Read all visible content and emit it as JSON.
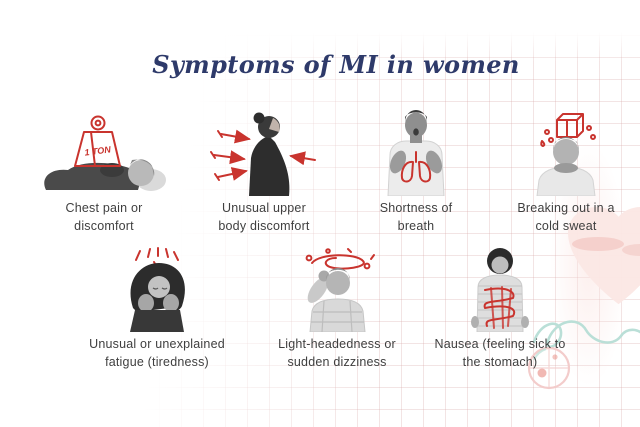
{
  "title": "Symptoms of MI in women",
  "items": [
    {
      "id": "chest-pain",
      "line1": "Chest pain or",
      "line2": "discomfort",
      "icon": "person-lying-with-ton-weight-doodle",
      "doodle_label": "1 TON"
    },
    {
      "id": "upper-body",
      "line1": "Unusual upper",
      "line2": "body discomfort",
      "icon": "woman-profile-with-arrows-doodle"
    },
    {
      "id": "breath",
      "line1": "Shortness of",
      "line2": "breath",
      "icon": "person-hands-on-chest-lungs-doodle"
    },
    {
      "id": "cold-sweat",
      "line1": "Breaking out in a",
      "line2": "cold sweat",
      "icon": "woman-with-ice-cube-sweat-doodle"
    },
    {
      "id": "fatigue",
      "line1": "Unusual or unexplained",
      "line2": "fatigue (tiredness)",
      "icon": "tired-woman-head-on-hands-doodle"
    },
    {
      "id": "dizziness",
      "line1": "Light-headedness or",
      "line2": "sudden dizziness",
      "icon": "person-hand-on-head-dizzy-swirl-doodle"
    },
    {
      "id": "nausea",
      "line1": "Nausea (feeling sick to",
      "line2": "the stomach)",
      "icon": "woman-stomach-scribble-doodle"
    }
  ],
  "background": {
    "decorations": [
      "faint-pink-heart-watermark",
      "teal-squiggle-line",
      "pink-circle-outline",
      "pink-square-grid"
    ]
  },
  "colors": {
    "title": "#2e3a6a",
    "caption": "#3f3f3f",
    "doodle_red": "#c9342e",
    "grid_pink": "#d6a6a6",
    "heart_pink": "#fbe7e4",
    "teal_line": "#badfd7"
  }
}
